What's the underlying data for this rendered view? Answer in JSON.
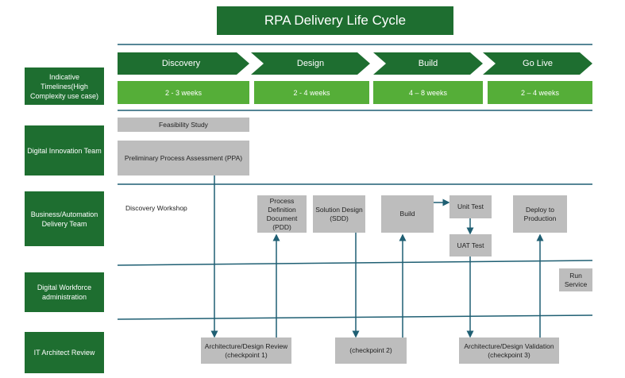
{
  "title": "RPA Delivery Life Cycle",
  "lanes": {
    "timelines": "Indicative Timelines(High Complexity use case)",
    "innovation": "Digital Innovation Team",
    "business": "Business/Automation Delivery Team",
    "workforce": "Digital Workforce administration",
    "architect": "IT Architect Review"
  },
  "phases": [
    "Discovery",
    "Design",
    "Build",
    "Go Live"
  ],
  "timelines": [
    "2 - 3 weeks",
    "2 - 4 weeks",
    "4 – 8 weeks",
    "2 – 4 weeks"
  ],
  "activities": {
    "feasibility": "Feasibility Study",
    "ppa": "Preliminary Process Assessment (PPA)",
    "discovery_workshop": "Discovery Workshop",
    "pdd": "Process Definition Document (PDD)",
    "sdd": "Solution Design (SDD)",
    "build": "Build",
    "unit_test": "Unit Test",
    "uat_test": "UAT Test",
    "deploy": "Deploy to Production",
    "run_service": "Run Service",
    "checkpoint1": "Architecture/Design Review (checkpoint 1)",
    "checkpoint2": "(checkpoint 2)",
    "checkpoint3": "Architecture/Design Validation (checkpoint 3)"
  },
  "colors": {
    "dark_green": "#1e6e30",
    "light_green": "#55ae38",
    "grey_box": "#bdbdbd",
    "line_teal": "#1f5f73"
  }
}
